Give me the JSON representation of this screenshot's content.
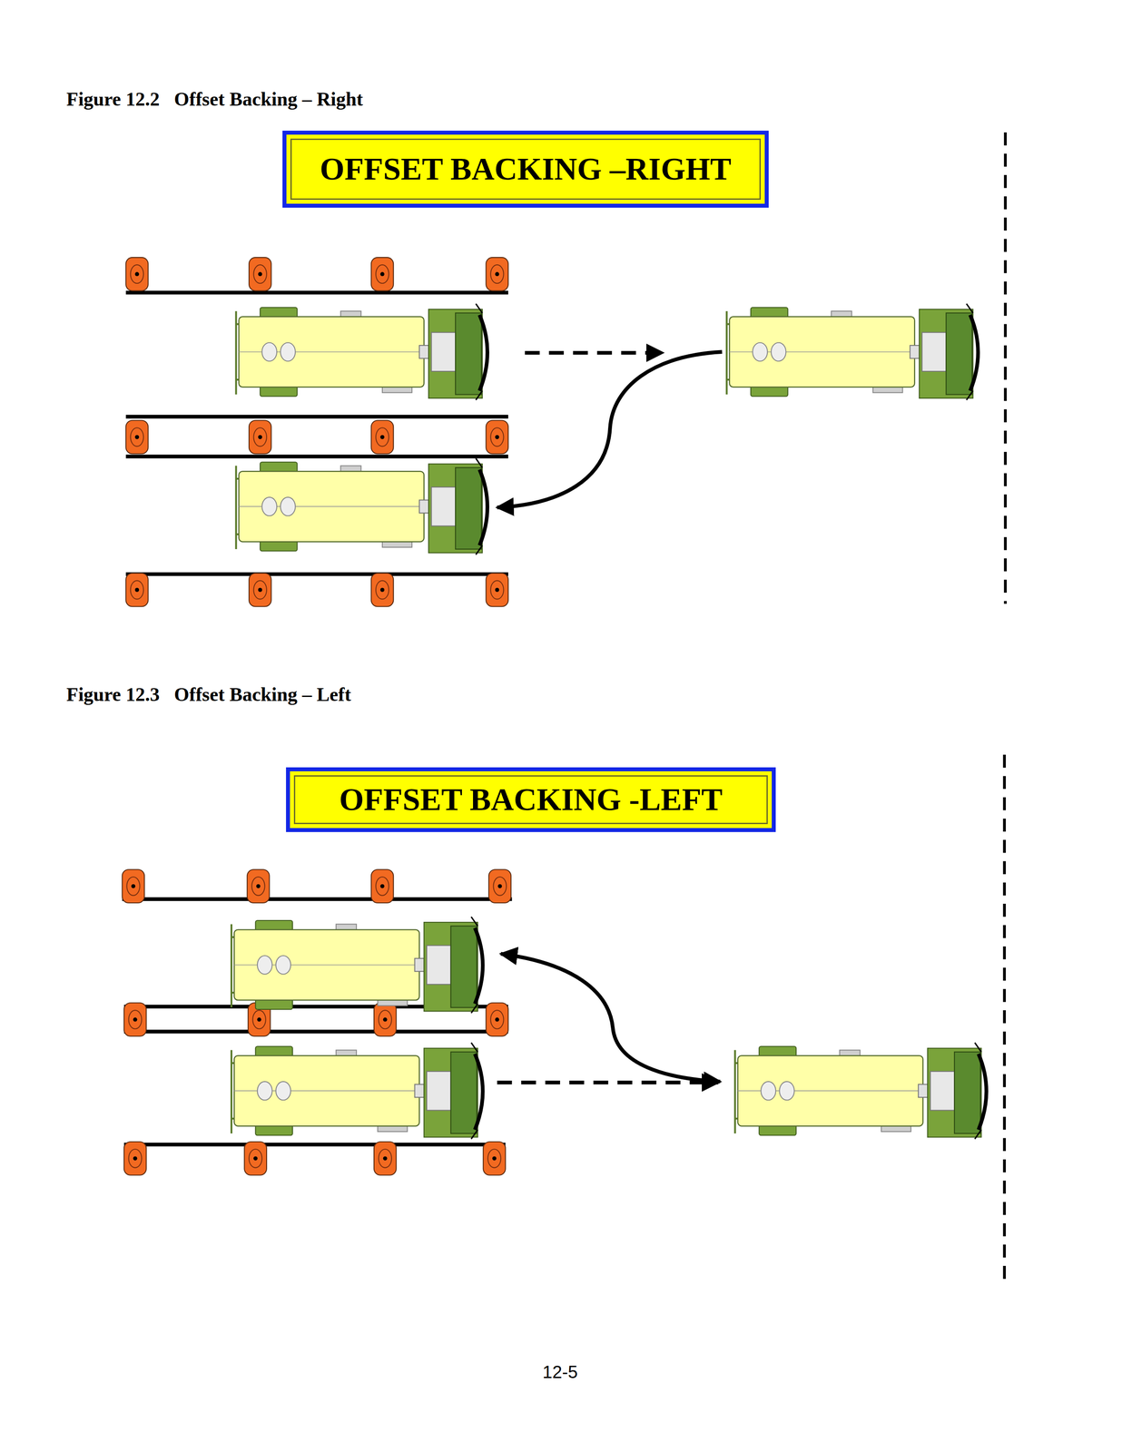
{
  "diagram": {
    "nodes": [
      {
        "text": [
          "OFFSET BACKING –RIGHT"
        ]
      },
      {
        "text": [
          "OFFSET BACKING -LEFT"
        ]
      }
    ],
    "labels": [
      "Figure 12.2   Offset Backing – Right",
      "Figure 12.3   Offset Backing – Left",
      "12-5"
    ]
  }
}
